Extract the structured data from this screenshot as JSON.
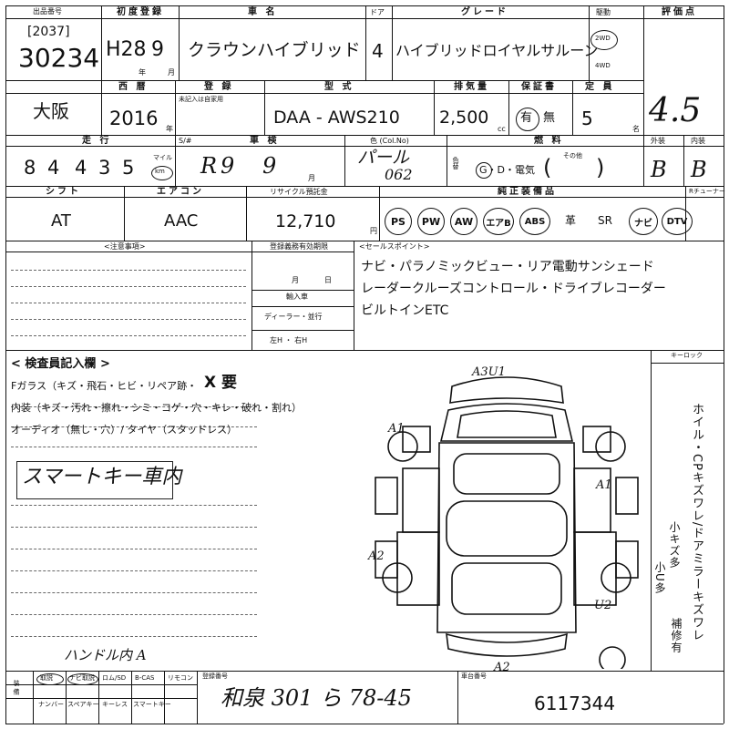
{
  "header": {
    "listing_label": "出品番号",
    "listing_code": "[2037]",
    "listing_no": "30234",
    "first_reg_label": "初度登録",
    "first_reg_era": "H28",
    "first_reg_month": "9",
    "year_unit": "年",
    "month_unit": "月",
    "model_name_label": "車 名",
    "model_name": "クラウンハイブリッド",
    "doors_label": "ドア",
    "doors": "4",
    "grade_label": "グレード",
    "grade": "ハイブリッドロイヤルサルーン",
    "drive_label": "駆動",
    "drive_2wd": "2WD",
    "drive_4wd": "4WD",
    "score_label": "評価点",
    "score": "4.5"
  },
  "row2": {
    "region": "大阪",
    "western_year_label": "西 暦",
    "western_year": "2016",
    "year_unit": "年",
    "unreg_label": "登 録",
    "unreg_note": "未記入は自家用",
    "type_label": "型 式",
    "type_value": "DAA - AWS210",
    "cc_label": "排気量",
    "cc_value": "2,500",
    "cc_unit": "cc",
    "warranty_label": "保証書",
    "warranty_yes": "有",
    "warranty_no": "無",
    "capacity_label": "定 員",
    "capacity": "5",
    "capacity_unit": "名"
  },
  "row3": {
    "mileage_label": "走 行",
    "mileage_digits": [
      "8",
      "4",
      "4",
      "3",
      "5"
    ],
    "unit_mile": "マイル",
    "unit_km": "km",
    "odometer_label": "S/#",
    "inspection_label": "車 検",
    "inspection_era": "R",
    "inspection_year": "9",
    "inspection_month": "9",
    "month_unit": "月",
    "color_label": "色 (Col.No)",
    "color_name": "パール",
    "color_code": "062",
    "color_change_label": "色替",
    "fuel_label": "燃 料",
    "fuel_options": "G・D・電気",
    "fuel_other_label": "その他",
    "ext_label": "外装",
    "ext_grade": "B",
    "int_label": "内装",
    "int_grade": "B"
  },
  "row4": {
    "shift_label": "シフト",
    "shift": "AT",
    "ac_label": "エアコン",
    "ac": "AAC",
    "recycle_label": "リサイクル預託金",
    "recycle": "12,710",
    "yen_unit": "円",
    "equip_label": "純正装備品",
    "equip_circled": [
      "PS",
      "PW",
      "AW",
      "エアB",
      "ABS"
    ],
    "equip_plain": [
      "革",
      "SR"
    ],
    "equip_circled2": [
      "ナビ",
      "DTV"
    ],
    "tuner_label": "Rチューナー"
  },
  "notes": {
    "caution_label": "<注意事項>",
    "reg_label": "登録義務有効期限",
    "reg_month": "月",
    "reg_day": "日",
    "import_label": "輸入車",
    "import_dealer": "ディーラー・並行",
    "import_hand": "左H ・ 右H",
    "sales_label": "<セールスポイント>",
    "sales_line1": "ナビ・パラノミックビュー・リア電動サンシェード",
    "sales_line2": "レーダークルーズコントロール・ドライブレコーダー",
    "sales_line3": "ビルトインETC"
  },
  "inspector": {
    "title": "< 検査員記入欄 >",
    "line1": "Fガラス（キズ・飛石・ヒビ・リペア跡・",
    "line1_mark": "X 要",
    "line2": "内装（キズ・汚れ・擦れ・シミ・コゲ・穴・キレ・破れ・割れ）",
    "line3": "オーディオ（無し・穴）/ タイヤ（スタッドレス）",
    "handwritten": "スマートキー車内",
    "bottom_note": "ハンドル内 A"
  },
  "diagram": {
    "marks": [
      "A3U1",
      "A1",
      "A1",
      "A2",
      "U2",
      "A2"
    ]
  },
  "side": {
    "keylock_label": "キーロック",
    "vertical_text": "ホイル・CPキズワレ/ドアミラーキズワレ",
    "note1": "小キズ多",
    "note2": "小U多",
    "note3": "補修有"
  },
  "footer": {
    "equip_label": "装 備",
    "items_top": [
      "取説",
      "ナビ取説",
      "ロム/SD",
      "B-CAS",
      "リモコン"
    ],
    "items_bottom": [
      "ナンバー",
      "スペアキー",
      "キーレス",
      "スマートキー"
    ],
    "plate_label": "登録番号",
    "plate": "和泉 301 ら 78-45",
    "vin_label": "車台番号",
    "vin": "6117344"
  }
}
